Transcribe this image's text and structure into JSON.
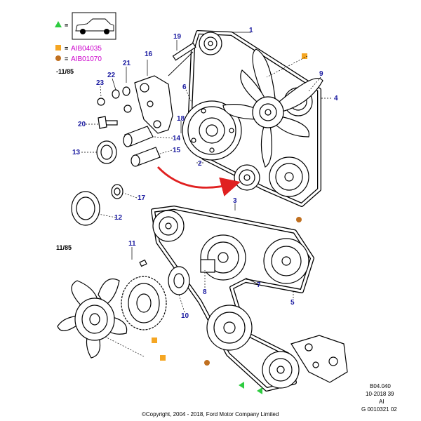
{
  "legend": {
    "vehicle_symbol": "=",
    "code_1_symbol": "=",
    "code_1": "AIB04035",
    "code_2_symbol": "=",
    "code_2": "AIB01070"
  },
  "sections": {
    "upper": "-11/85",
    "lower": "11/85"
  },
  "callouts": {
    "c1": "1",
    "c2": "2",
    "c3": "3",
    "c4": "4",
    "c5": "5",
    "c6": "6",
    "c7": "7",
    "c8": "8",
    "c9": "9",
    "c10": "10",
    "c11": "11",
    "c12": "12",
    "c13": "13",
    "c14": "14",
    "c15": "15",
    "c16": "16",
    "c17": "17",
    "c18": "18",
    "c19": "19",
    "c20": "20",
    "c21": "21",
    "c22": "22",
    "c23": "23"
  },
  "meta": {
    "ref": "B04.040",
    "date": "10-2018 39",
    "lang": "AI",
    "code": "G 0010321 02"
  },
  "copyright": "©Copyright, 2004 - 2018, Ford Motor Company Limited",
  "colors": {
    "callout": "#1a1aa0",
    "legend_code": "#cc00cc",
    "square_marker": "#f5a623",
    "circle_marker": "#c07020",
    "triangle_marker": "#2ecc40",
    "arrow": "#e02020"
  }
}
